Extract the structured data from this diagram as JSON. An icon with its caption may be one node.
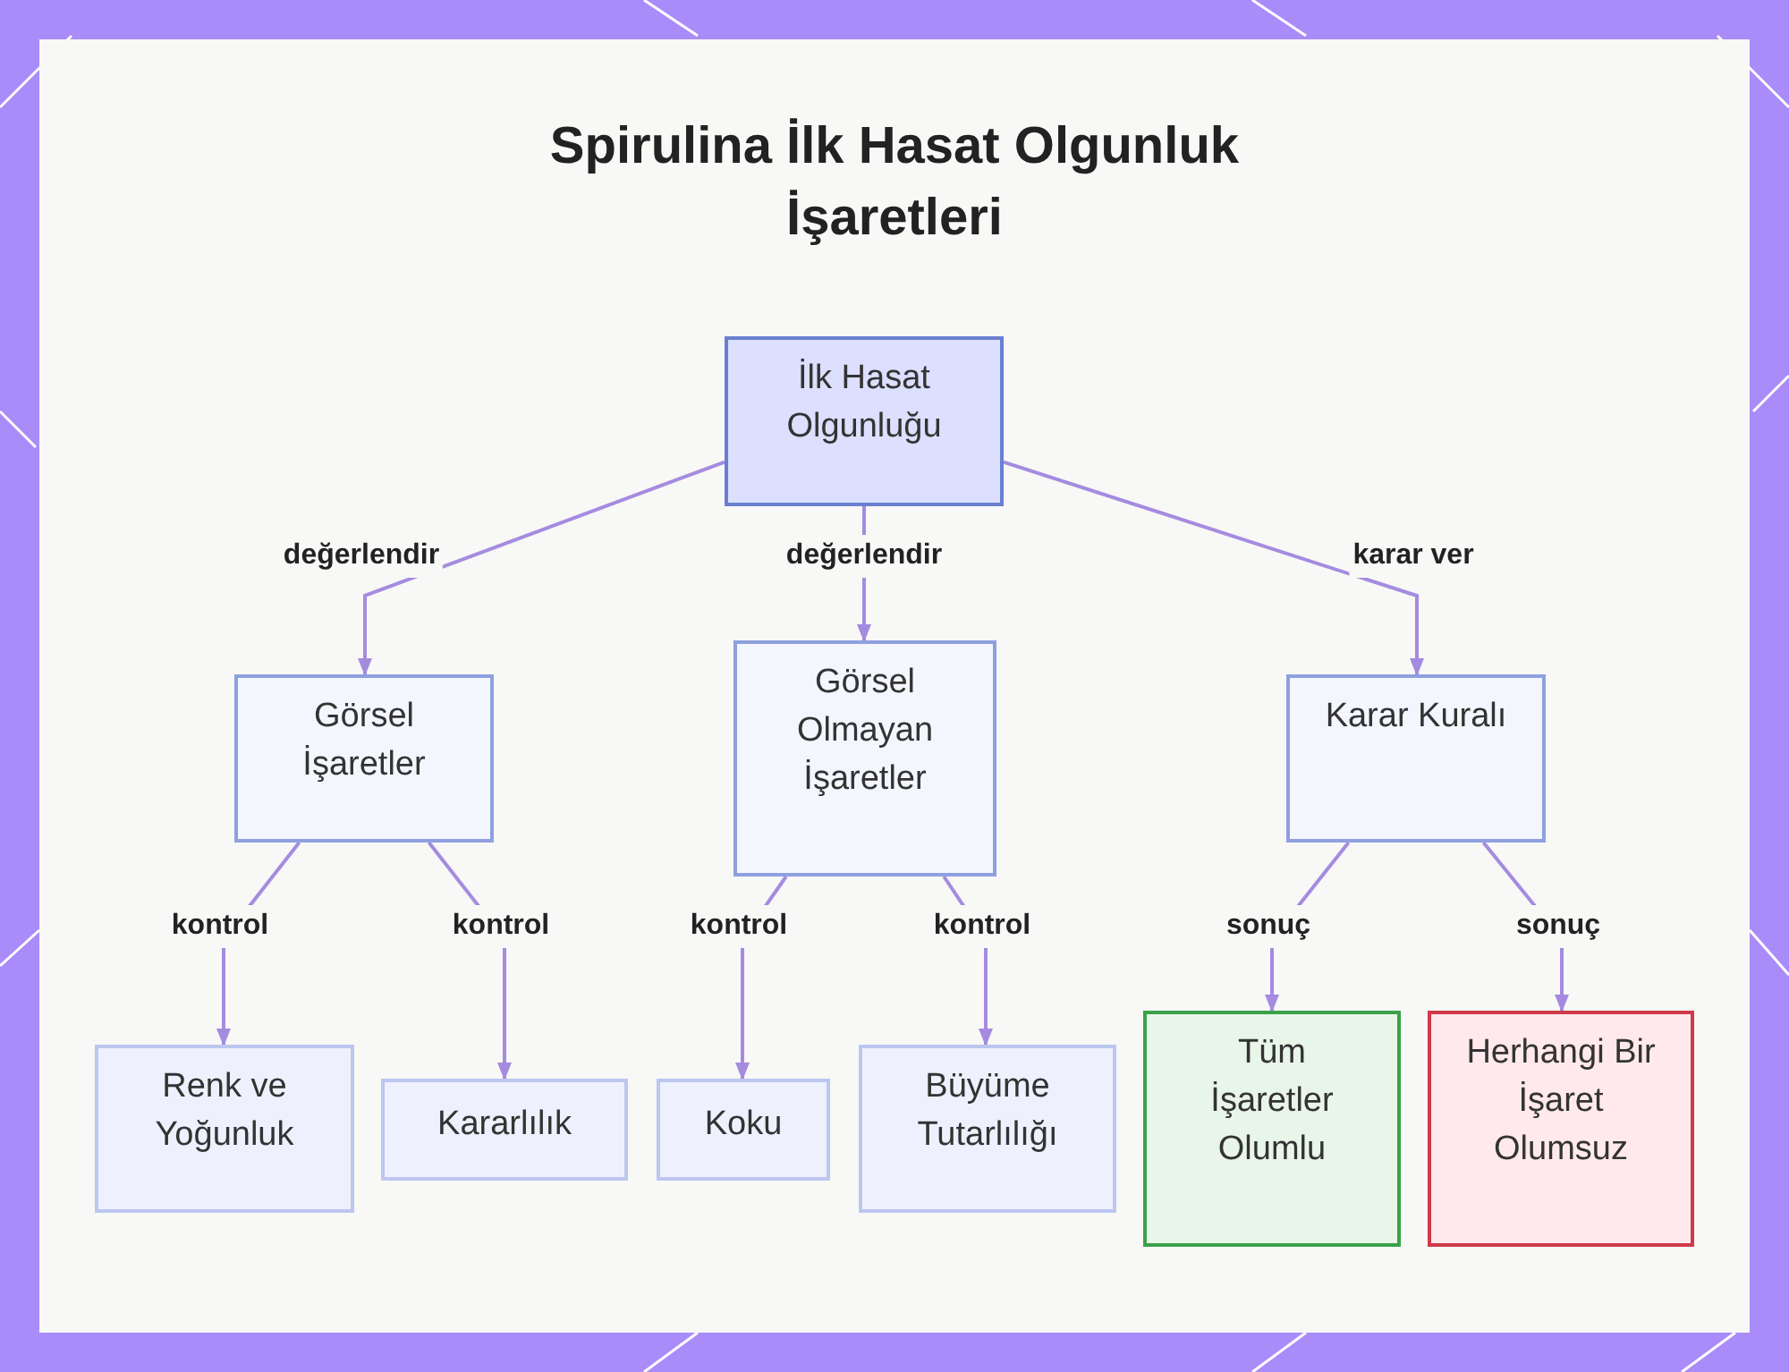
{
  "diagram": {
    "title": "Spirulina İlk Hasat Olgunluk İşaretleri",
    "nodes": [
      {
        "text": [
          "İlk Hasat Olgunluğu"
        ]
      },
      {
        "text": [
          "Görsel İşaretler"
        ]
      },
      {
        "text": [
          "Görsel Olmayan İşaretler"
        ]
      },
      {
        "text": [
          "Karar Kuralı"
        ]
      },
      {
        "text": [
          "Renk ve Yoğunluk"
        ]
      },
      {
        "text": [
          "Kararlılık"
        ]
      },
      {
        "text": [
          "Koku"
        ]
      },
      {
        "text": [
          "Büyüme Tutarlılığı"
        ]
      },
      {
        "text": [
          "Tüm İşaretler Olumlu"
        ]
      },
      {
        "text": [
          "Herhangi Bir İşaret Olumsuz"
        ]
      }
    ],
    "edges": [
      {
        "from": 0,
        "to": 1,
        "arrow": "to",
        "label": "değerlendir"
      },
      {
        "from": 0,
        "to": 2,
        "arrow": "to",
        "label": "değerlendir"
      },
      {
        "from": 0,
        "to": 3,
        "arrow": "to",
        "label": "karar ver"
      },
      {
        "from": 1,
        "to": 4,
        "arrow": "to",
        "label": "kontrol"
      },
      {
        "from": 1,
        "to": 5,
        "arrow": "to",
        "label": "kontrol"
      },
      {
        "from": 2,
        "to": 6,
        "arrow": "to",
        "label": "kontrol"
      },
      {
        "from": 2,
        "to": 7,
        "arrow": "to",
        "label": "kontrol"
      },
      {
        "from": 3,
        "to": 8,
        "arrow": "to",
        "label": "sonuç"
      },
      {
        "from": 3,
        "to": 9,
        "arrow": "to",
        "label": "sonuç"
      }
    ]
  }
}
